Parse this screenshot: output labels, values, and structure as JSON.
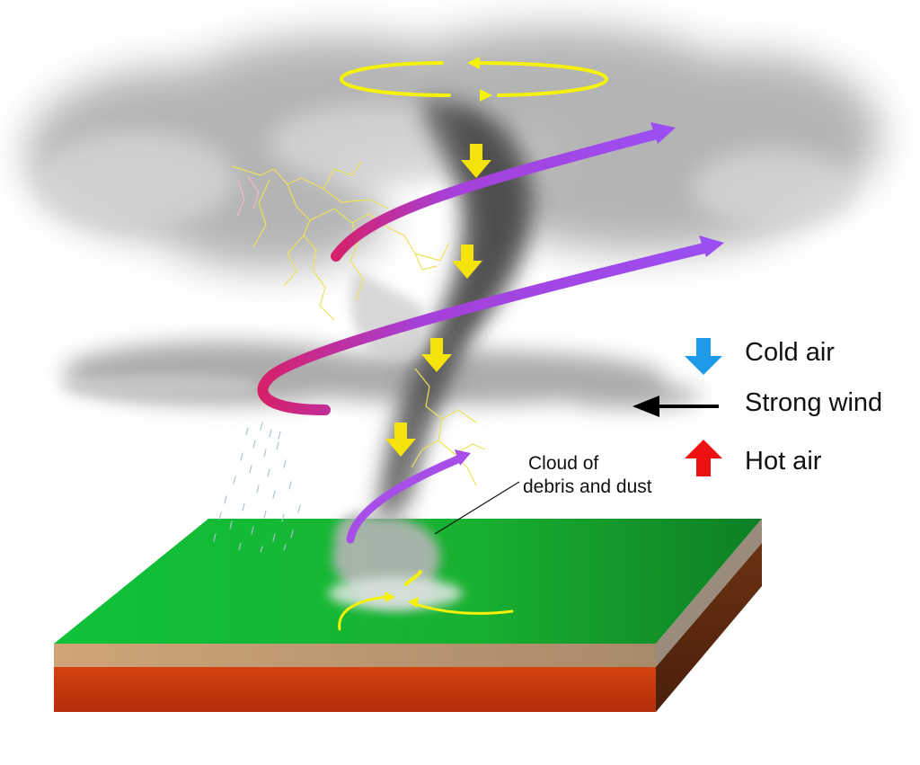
{
  "legend": {
    "cold_air": {
      "label": "Cold air",
      "color": "#1e9be8"
    },
    "strong_wind": {
      "label": "Strong wind",
      "color": "#000000"
    },
    "hot_air": {
      "label": "Hot air",
      "color": "#ee1111"
    }
  },
  "annotations": {
    "debris_line1": "Cloud of",
    "debris_line2": "debris and dust"
  },
  "colors": {
    "ground_top": "#19b832",
    "ground_soil": "#c99a6c",
    "ground_bedrock": "#c63a0f",
    "spiral_purple": "#9b4ef2",
    "spiral_magenta": "#d5206a",
    "downdraft_yellow": "#f5e30c",
    "lightning": "#ece25a",
    "cloud_gray": "#9e9e9e"
  },
  "icons": [
    "cold-air-arrow-icon",
    "strong-wind-arrow-icon",
    "hot-air-arrow-icon"
  ]
}
